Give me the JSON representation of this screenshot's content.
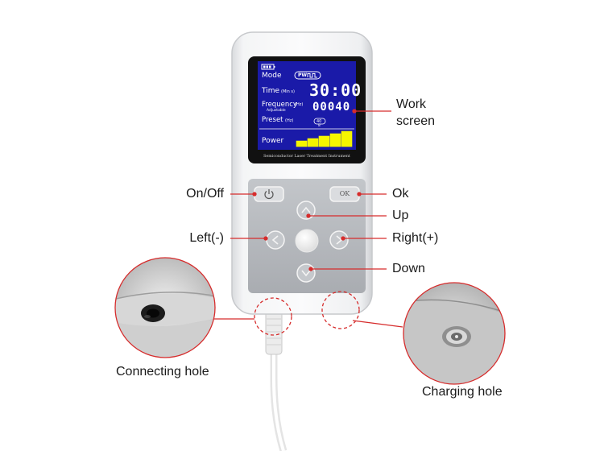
{
  "device": {
    "screen": {
      "mode_label": "Mode",
      "mode_value": "PW",
      "time_label": "Time",
      "time_unit": "(Min s)",
      "time_value": "30:00",
      "frequency_label": "Frequency",
      "frequency_unit": "(Hz)",
      "frequency_sub": "Adjustable",
      "frequency_value": "00040",
      "preset_label": "Preset",
      "preset_unit": "(Hz)",
      "preset_value": "40",
      "preset_sub": "8",
      "power_label": "Power",
      "power_level": 1.0,
      "bezel_caption": "Semiconductor Laser Treatment Instrument"
    },
    "buttons": {
      "ok_label": "OK"
    }
  },
  "callouts": {
    "work_screen": [
      "Work",
      "screen"
    ],
    "on_off": "On/Off",
    "ok": "Ok",
    "up": "Up",
    "left": "Left(-)",
    "right": "Right(+)",
    "down": "Down",
    "connecting_hole": "Connecting hole",
    "charging_hole": "Charging hole"
  },
  "colors": {
    "accent_red": "#d62c2c",
    "lcd_bg": "#1a1aa8",
    "power_bar": "#f5f500",
    "keypad": "#b9bcc0"
  }
}
